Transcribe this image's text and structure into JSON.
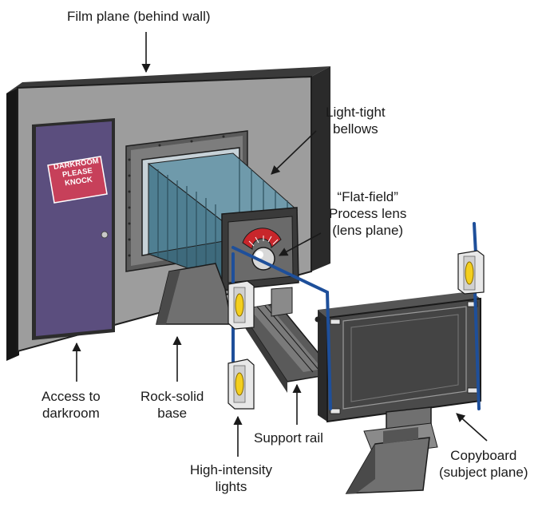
{
  "labels": {
    "film_plane": "Film plane (behind wall)",
    "bellows": [
      "Light-tight",
      "bellows"
    ],
    "lens": [
      "“Flat-field”",
      "Process lens",
      "(lens plane)"
    ],
    "darkroom": [
      "Access to",
      "darkroom"
    ],
    "base": [
      "Rock-solid",
      "base"
    ],
    "rail": "Support rail",
    "lights": [
      "High-intensity",
      "lights"
    ],
    "copyboard": [
      "Copyboard",
      "(subject plane)"
    ]
  },
  "sign": [
    "DARKROOM",
    "PLEASE",
    "KNOCK"
  ],
  "colors": {
    "wall": "#9d9d9d",
    "wall_edge": "#1e1e1e",
    "door": "#5b4e7e",
    "sign": "#c7405a",
    "bellows": "#4f7f92",
    "cable": "#1e4f9a",
    "lamp": "#f3cf1e",
    "dial": "#c8262b",
    "base": "#707070"
  }
}
